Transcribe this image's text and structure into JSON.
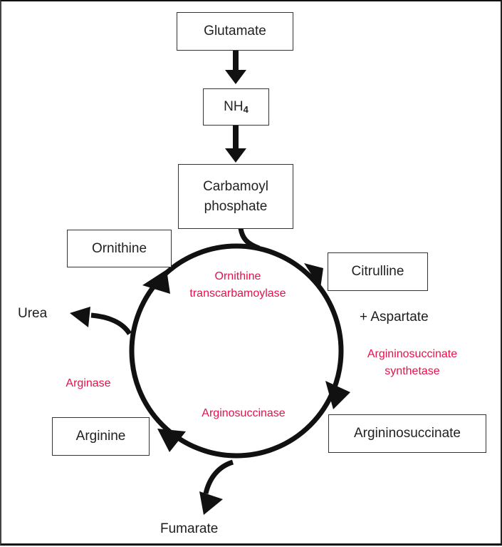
{
  "diagram": {
    "title": "Urea cycle",
    "colors": {
      "metabolite_text": "#222222",
      "enzyme_text": "#e8104a",
      "arrow": "#111111"
    },
    "metabolites": {
      "glutamate": "Glutamate",
      "nh4_base": "NH",
      "nh4_sub": "4",
      "carbamoyl_line1": "Carbamoyl",
      "carbamoyl_line2": "phosphate",
      "ornithine": "Ornithine",
      "citrulline": "Citrulline",
      "argininosuccinate": "Argininosuccinate",
      "arginine": "Arginine"
    },
    "side_labels": {
      "aspartate": "+ Aspartate",
      "urea": "Urea",
      "fumarate": "Fumarate"
    },
    "enzymes": {
      "otc_line1": "Ornithine",
      "otc_line2": "transcarbamoylase",
      "ass_line1": "Argininosuccinate",
      "ass_line2": "synthetase",
      "asl": "Arginosuccinase",
      "arginase": "Arginase"
    },
    "edges": [
      {
        "from": "Glutamate",
        "to": "NH4"
      },
      {
        "from": "NH4",
        "to": "Carbamoyl phosphate"
      },
      {
        "from": "Carbamoyl phosphate",
        "to": "Citrulline",
        "enzyme": "Ornithine transcarbamoylase"
      },
      {
        "from": "Ornithine",
        "to": "Citrulline",
        "enzyme": "Ornithine transcarbamoylase"
      },
      {
        "from": "Citrulline",
        "to": "Argininosuccinate",
        "cofactor": "+ Aspartate",
        "enzyme": "Argininosuccinate synthetase"
      },
      {
        "from": "Argininosuccinate",
        "to": "Arginine",
        "enzyme": "Arginosuccinase",
        "byproduct": "Fumarate"
      },
      {
        "from": "Arginine",
        "to": "Ornithine",
        "enzyme": "Arginase",
        "byproduct": "Urea"
      }
    ]
  }
}
